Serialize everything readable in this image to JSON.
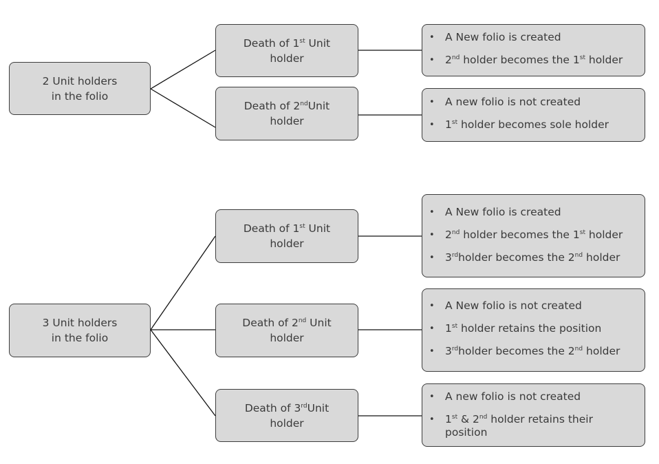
{
  "groups": [
    {
      "root": {
        "lines": [
          {
            "parts": [
              {
                "t": "2 Unit holders"
              }
            ]
          },
          {
            "parts": [
              {
                "t": "in the folio"
              }
            ]
          }
        ]
      },
      "branches": [
        {
          "event": {
            "lines": [
              {
                "parts": [
                  {
                    "t": "Death of 1"
                  },
                  {
                    "t": "st",
                    "sup": true
                  },
                  {
                    "t": " Unit"
                  }
                ]
              },
              {
                "parts": [
                  {
                    "t": "holder"
                  }
                ]
              }
            ]
          },
          "outcomes": [
            [
              {
                "t": "A New folio is created"
              }
            ],
            [
              {
                "t": "2"
              },
              {
                "t": "nd",
                "sup": true
              },
              {
                "t": " holder becomes the 1"
              },
              {
                "t": "st",
                "sup": true
              },
              {
                "t": " holder"
              }
            ]
          ]
        },
        {
          "event": {
            "lines": [
              {
                "parts": [
                  {
                    "t": "Death of 2"
                  },
                  {
                    "t": "nd",
                    "sup": true
                  },
                  {
                    "t": "Unit"
                  }
                ]
              },
              {
                "parts": [
                  {
                    "t": "holder"
                  }
                ]
              }
            ]
          },
          "outcomes": [
            [
              {
                "t": "A new folio is not created"
              }
            ],
            [
              {
                "t": "1"
              },
              {
                "t": "st",
                "sup": true
              },
              {
                "t": " holder becomes sole holder"
              }
            ]
          ]
        }
      ]
    },
    {
      "root": {
        "lines": [
          {
            "parts": [
              {
                "t": "3 Unit holders"
              }
            ]
          },
          {
            "parts": [
              {
                "t": "in the folio"
              }
            ]
          }
        ]
      },
      "branches": [
        {
          "event": {
            "lines": [
              {
                "parts": [
                  {
                    "t": "Death of 1"
                  },
                  {
                    "t": "st",
                    "sup": true
                  },
                  {
                    "t": " Unit"
                  }
                ]
              },
              {
                "parts": [
                  {
                    "t": "holder"
                  }
                ]
              }
            ]
          },
          "outcomes": [
            [
              {
                "t": "A New folio is created"
              }
            ],
            [
              {
                "t": "2"
              },
              {
                "t": "nd",
                "sup": true
              },
              {
                "t": " holder becomes the 1"
              },
              {
                "t": "st",
                "sup": true
              },
              {
                "t": " holder"
              }
            ],
            [
              {
                "t": "3"
              },
              {
                "t": "rd",
                "sup": true
              },
              {
                "t": "holder becomes the 2"
              },
              {
                "t": "nd",
                "sup": true
              },
              {
                "t": " holder"
              }
            ]
          ]
        },
        {
          "event": {
            "lines": [
              {
                "parts": [
                  {
                    "t": "Death of 2"
                  },
                  {
                    "t": "nd",
                    "sup": true
                  },
                  {
                    "t": " Unit"
                  }
                ]
              },
              {
                "parts": [
                  {
                    "t": "holder"
                  }
                ]
              }
            ]
          },
          "outcomes": [
            [
              {
                "t": "A New folio is not created"
              }
            ],
            [
              {
                "t": "1"
              },
              {
                "t": "st",
                "sup": true
              },
              {
                "t": " holder retains the position"
              }
            ],
            [
              {
                "t": "3"
              },
              {
                "t": "rd",
                "sup": true
              },
              {
                "t": "holder becomes the 2"
              },
              {
                "t": "nd",
                "sup": true
              },
              {
                "t": " holder"
              }
            ]
          ]
        },
        {
          "event": {
            "lines": [
              {
                "parts": [
                  {
                    "t": "Death of 3"
                  },
                  {
                    "t": "rd",
                    "sup": true
                  },
                  {
                    "t": "Unit"
                  }
                ]
              },
              {
                "parts": [
                  {
                    "t": "holder"
                  }
                ]
              }
            ]
          },
          "outcomes": [
            [
              {
                "t": "A new folio is not created"
              }
            ],
            [
              {
                "t": "1"
              },
              {
                "t": "st",
                "sup": true
              },
              {
                "t": " & 2"
              },
              {
                "t": "nd",
                "sup": true
              },
              {
                "t": " holder retains their position"
              }
            ]
          ]
        }
      ]
    }
  ]
}
